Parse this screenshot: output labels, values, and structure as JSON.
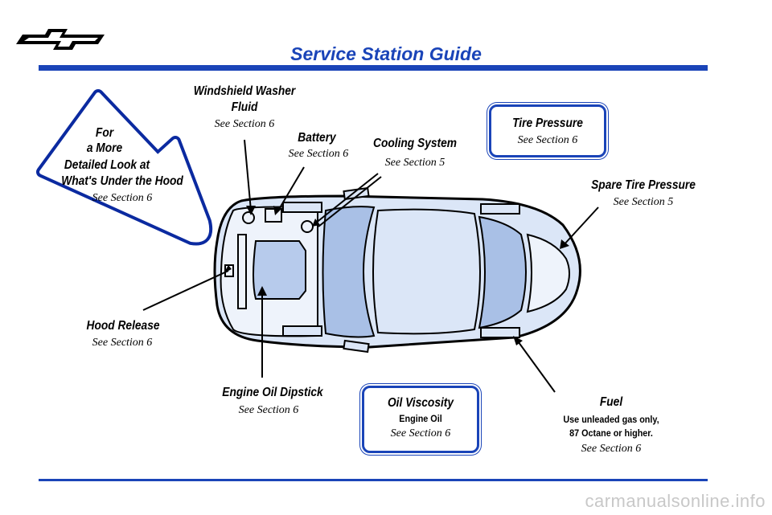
{
  "header": {
    "title": "Service Station Guide"
  },
  "callout": {
    "line1": "For",
    "line2": "a More",
    "line3": "Detailed Look at",
    "line4": "What's Under the Hood",
    "ref": "See Section 6"
  },
  "labels": {
    "washer_title_1": "Windshield Washer",
    "washer_title_2": "Fluid",
    "washer_ref": "See Section 6",
    "battery_title": "Battery",
    "battery_ref": "See Section 6",
    "cooling_title": "Cooling System",
    "cooling_ref": "See Section 5",
    "spare_title": "Spare Tire Pressure",
    "spare_ref": "See Section 5",
    "hood_title": "Hood Release",
    "hood_ref": "See Section 6",
    "dipstick_title": "Engine Oil Dipstick",
    "dipstick_ref": "See Section 6",
    "fuel_title": "Fuel",
    "fuel_line1": "Use unleaded gas only,",
    "fuel_line2": "87 Octane or higher.",
    "fuel_ref": "See Section 6"
  },
  "boxes": {
    "tire_title": "Tire Pressure",
    "tire_ref": "See Section 6",
    "oil_title": "Oil Viscosity",
    "oil_sub": "Engine Oil",
    "oil_ref": "See Section 6"
  },
  "watermark": "carmanualsonline.info",
  "colors": {
    "accent": "#1a44b8",
    "car_fill": "#dbe6f7",
    "car_shade": "#a9c0e6"
  }
}
